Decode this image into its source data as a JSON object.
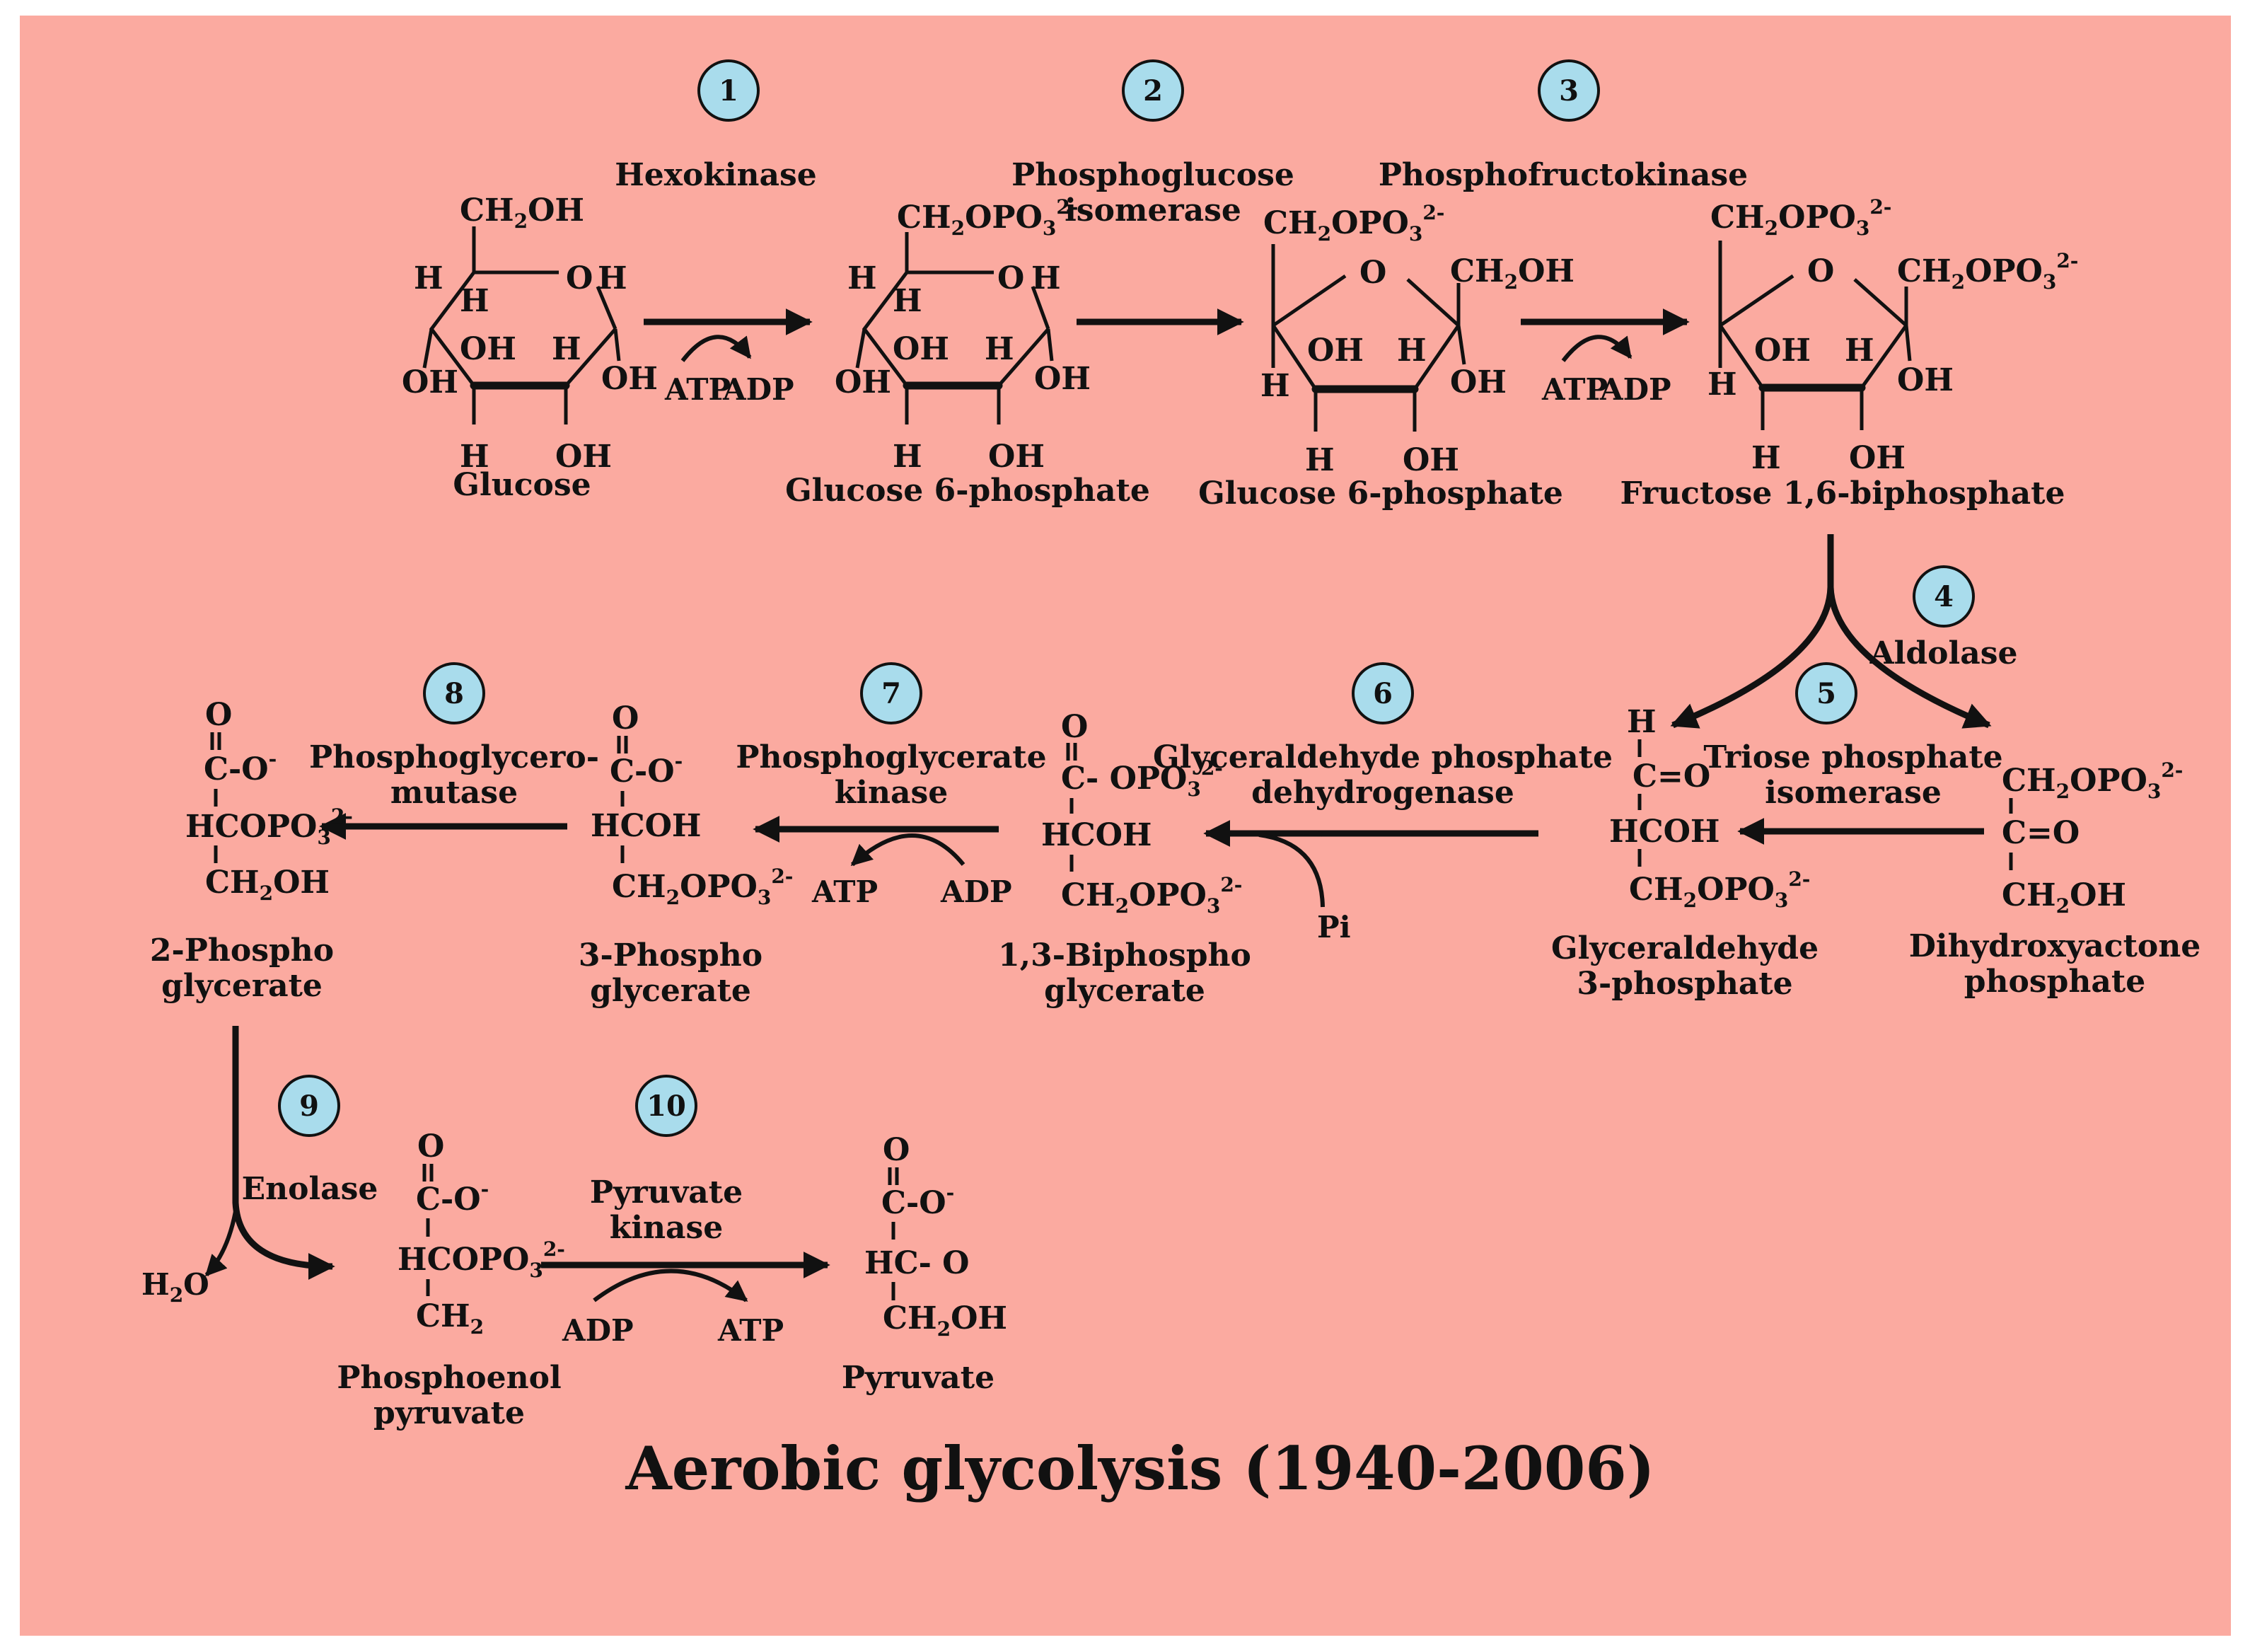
{
  "title": "Aerobic glycolysis (1940-2006)",
  "colors": {
    "background": "#fbaaa0",
    "badge_fill": "#a9dcec",
    "badge_stroke": "#111111",
    "ink": "#111111"
  },
  "steps": [
    {
      "number": "1",
      "enzyme": "Hexokinase"
    },
    {
      "number": "2",
      "enzyme_line1": "Phosphoglucose",
      "enzyme_line2": "isomerase"
    },
    {
      "number": "3",
      "enzyme": "Phosphofructokinase"
    },
    {
      "number": "4",
      "enzyme": "Aldolase"
    },
    {
      "number": "5",
      "enzyme_line1": "Triose phosphate",
      "enzyme_line2": "isomerase"
    },
    {
      "number": "6",
      "enzyme_line1": "Glyceraldehyde phosphate",
      "enzyme_line2": "dehydrogenase"
    },
    {
      "number": "7",
      "enzyme_line1": "Phosphoglycerate",
      "enzyme_line2": "kinase"
    },
    {
      "number": "8",
      "enzyme_line1": "Phosphoglycero-",
      "enzyme_line2": "mutase"
    },
    {
      "number": "9",
      "enzyme": "Enolase"
    },
    {
      "number": "10",
      "enzyme_line1": "Pyruvate",
      "enzyme_line2": "kinase"
    }
  ],
  "compounds": {
    "glucose": "Glucose",
    "g6p_a": "Glucose 6-phosphate",
    "g6p_b": "Glucose 6-phosphate",
    "f16bp": "Fructose 1,6-biphosphate",
    "gap_line1": "Glyceraldehyde",
    "gap_line2": "3-phosphate",
    "dhap_line1": "Dihydroxyactone",
    "dhap_line2": "phosphate",
    "bpg_line1": "1,3-Biphospho",
    "bpg_line2": "glycerate",
    "pg3_line1": "3-Phospho",
    "pg3_line2": "glycerate",
    "pg2_line1": "2-Phospho",
    "pg2_line2": "glycerate",
    "pep_line1": "Phosphoenol",
    "pep_line2": "pyruvate",
    "pyruvate": "Pyruvate"
  },
  "cofactors": {
    "s1_atp": "ATP",
    "s1_adp": "ADP",
    "s3_atp": "ATP",
    "s3_adp": "ADP",
    "s6_pi": "Pi",
    "s7_atp": "ATP",
    "s7_adp": "ADP",
    "s9_water": "H",
    "s10_adp": "ADP",
    "s10_atp": "ATP"
  },
  "atoms": {
    "O": "O",
    "H": "H",
    "OH": "OH",
    "CH": "CH",
    "C": "C",
    "HC": "HC",
    "OPO": "OPO",
    "sub2": "2",
    "sub3": "3",
    "chg2": "2-",
    "neg": "-",
    "CH2OH_tail": "OH",
    "HCOPO": "HCOPO",
    "HCOH": "HCOH",
    "C_O": "C-O",
    "C_OPO": "C- OPO",
    "CeqO": "C=O",
    "HC_O": "HC- O"
  }
}
